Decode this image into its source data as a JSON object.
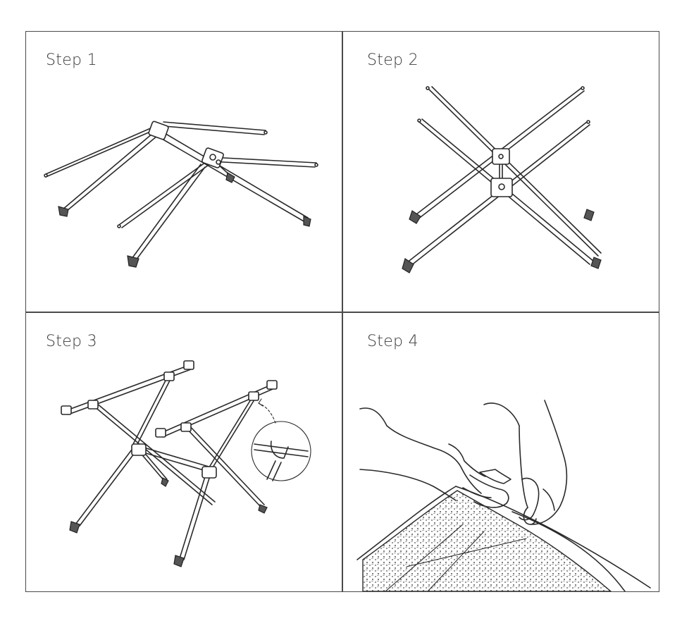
{
  "steps": [
    {
      "label": "Step 1"
    },
    {
      "label": "Step 2"
    },
    {
      "label": "Step 3"
    },
    {
      "label": "Step 4"
    }
  ]
}
